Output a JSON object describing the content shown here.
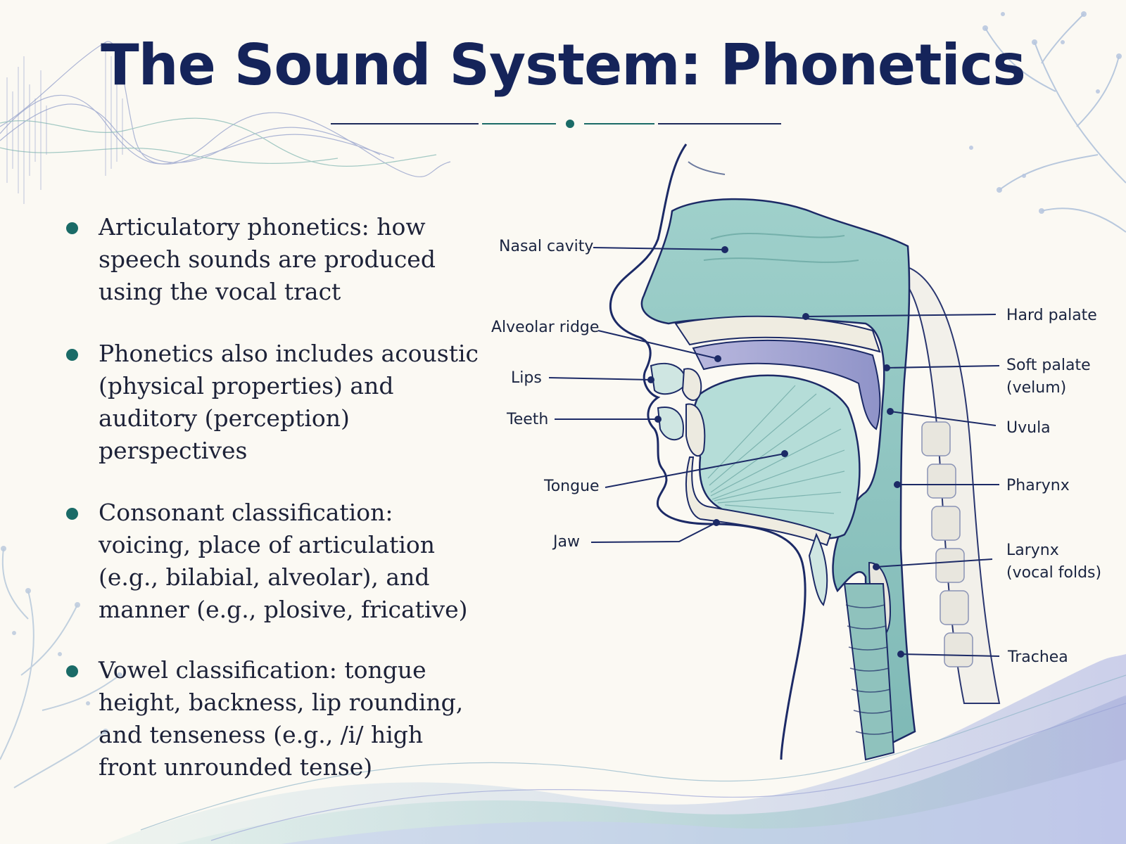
{
  "title": "The Sound System: Phonetics",
  "bullets": [
    "Articulatory phonetics: how speech sounds are produced using the vocal tract",
    "Phonetics also includes acoustic (physical properties) and auditory (perception) perspectives",
    "Consonant classification: voicing, place of articulation (e.g., bilabial, alveolar), and manner (e.g., plosive, fricative)",
    "Vowel classification: tongue height, backness, lip rounding, and tenseness (e.g., /i/ high front unrounded tense)"
  ],
  "diagram": {
    "labels_left": {
      "nasal_cavity": "Nasal cavity",
      "alveolar_ridge": "Alveolar ridge",
      "lips": "Lips",
      "teeth": "Teeth",
      "tongue": "Tongue",
      "jaw": "Jaw"
    },
    "labels_right": {
      "hard_palate": "Hard palate",
      "soft_palate_1": "Soft palate",
      "soft_palate_2": "(velum)",
      "uvula": "Uvula",
      "pharynx": "Pharynx",
      "larynx_1": "Larynx",
      "larynx_2": "(vocal folds)",
      "trachea": "Trachea"
    }
  },
  "colors": {
    "title": "#15245a",
    "bullet_dot": "#1a6b67",
    "tissue": "#a9d6d2",
    "line": "#1c2a66"
  }
}
